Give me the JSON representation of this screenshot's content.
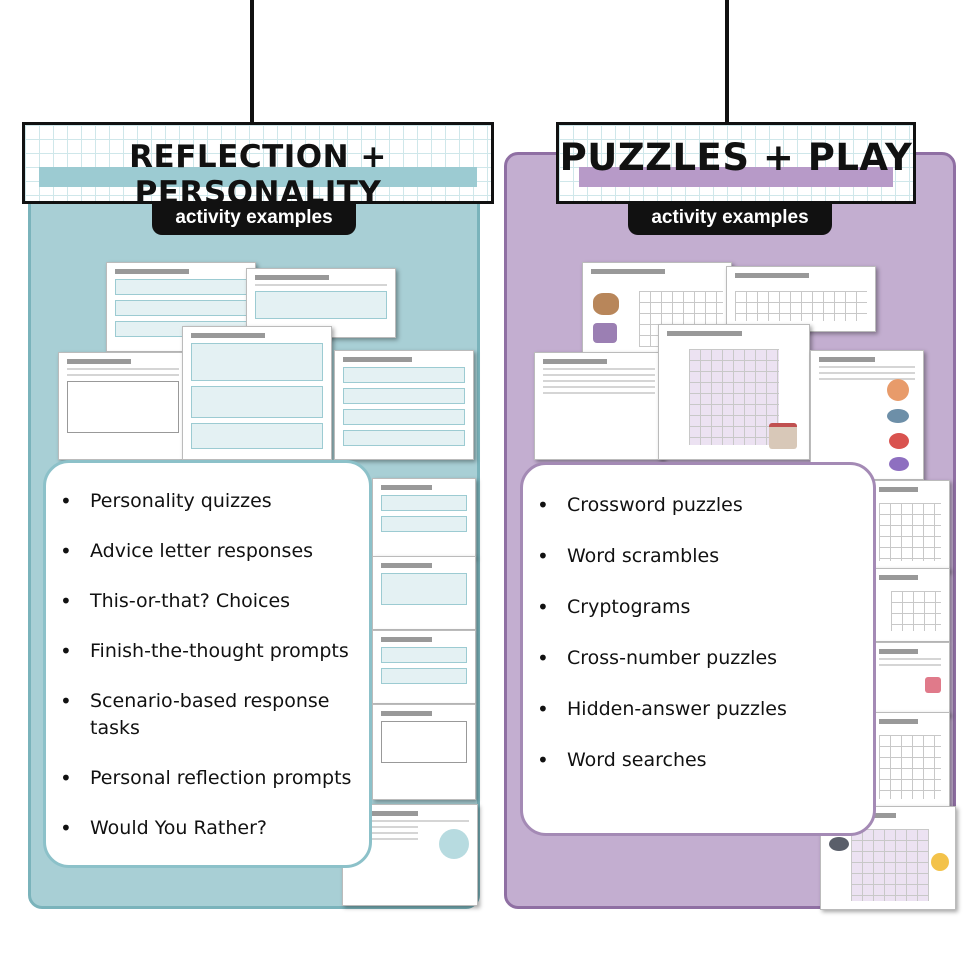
{
  "left": {
    "title": "REFLECTION + PERSONALITY",
    "subtitle": "activity examples",
    "items": [
      "Personality quizzes",
      "Advice letter responses",
      "This-or-that? Choices",
      "Finish-the-thought prompts",
      "Scenario-based response tasks",
      "Personal reflection prompts",
      "Would You Rather?"
    ],
    "accent": "#a8cfd5"
  },
  "right": {
    "title": "PUZZLES + PLAY",
    "subtitle": "activity examples",
    "items": [
      "Crossword puzzles",
      "Word scrambles",
      "Cryptograms",
      "Cross-number puzzles",
      "Hidden-answer puzzles",
      "Word searches"
    ],
    "accent": "#c3aed0"
  }
}
